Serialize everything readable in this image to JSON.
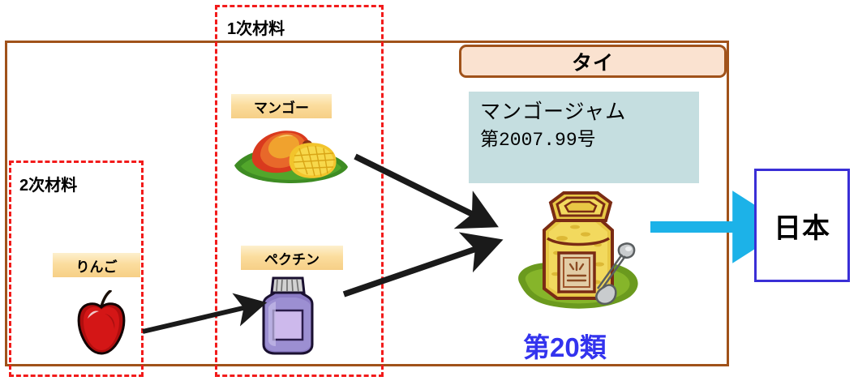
{
  "diagram": {
    "title_country": "タイ",
    "destination": "日本",
    "hs_class_caption": "第20類",
    "product": {
      "name": "マンゴージャム",
      "code": "第2007.99号"
    },
    "groups": [
      {
        "id": "primary",
        "label": "1次材料"
      },
      {
        "id": "secondary",
        "label": "2次材料"
      }
    ],
    "materials": [
      {
        "id": "mango",
        "label": "マンゴー",
        "group": "primary",
        "icon": "mango-icon"
      },
      {
        "id": "pectin",
        "label": "ペクチン",
        "group": "primary",
        "icon": "pectin-jar-icon"
      },
      {
        "id": "apple",
        "label": "りんご",
        "group": "secondary",
        "icon": "apple-icon"
      }
    ],
    "product_icon": "jam-jar-icon",
    "flows": [
      {
        "from": "mango",
        "to": "product",
        "style": "black-arrow"
      },
      {
        "from": "pectin",
        "to": "product",
        "style": "black-arrow"
      },
      {
        "from": "apple",
        "to": "pectin",
        "style": "black-arrow"
      },
      {
        "from": "product",
        "to": "destination",
        "style": "blue-arrow"
      }
    ],
    "colors": {
      "country_border": "#A0521A",
      "country_title_fill": "#FAE2D0",
      "group_border": "#F21B1B",
      "product_panel_fill": "#C5DEE0",
      "material_label_fill": "#FBDD9E",
      "destination_border": "#3A2FD6",
      "hs_class_text": "#3333EE",
      "export_arrow": "#1CB2E8",
      "material_arrow": "#1A1A1A"
    }
  }
}
